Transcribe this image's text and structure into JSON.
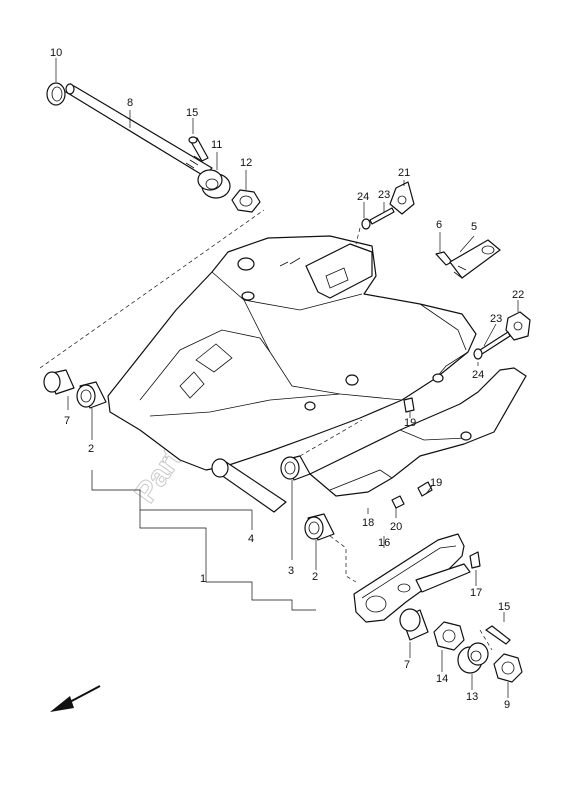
{
  "watermark": "PartsRepublik",
  "callouts": {
    "c10": "10",
    "c8": "8",
    "c15a": "15",
    "c11": "11",
    "c12": "12",
    "c21": "21",
    "c24a": "24",
    "c23a": "23",
    "c6": "6",
    "c5": "5",
    "c22": "22",
    "c23b": "23",
    "c24b": "24",
    "c19a": "19",
    "c19b": "19",
    "c7a": "7",
    "c2a": "2",
    "c18": "18",
    "c20": "20",
    "c4": "4",
    "c3": "3",
    "c2b": "2",
    "c1": "1",
    "c16": "16",
    "c17": "17",
    "c15b": "15",
    "c7b": "7",
    "c14": "14",
    "c13": "13",
    "c9": "9"
  },
  "icons": {
    "direction": "front-direction-arrow-icon"
  }
}
